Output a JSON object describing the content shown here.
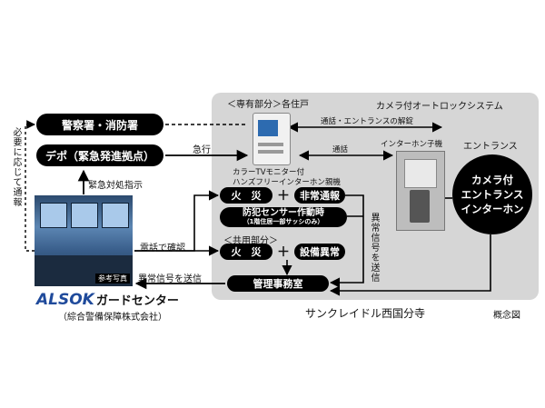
{
  "labels": {
    "police_fire": "警察署・消防署",
    "depot": "デポ（緊急発進拠点）",
    "need_notify": "必要に応じて通報",
    "emergency_instructions": "緊急対処指示",
    "rapid": "急行",
    "private_area": "＜専有部分＞各住戸",
    "autolock": "カメラ付オートロックシステム",
    "call_unlock": "通話・エントランスの解錠",
    "call": "通話",
    "intercom_slave": "インターホン子機",
    "entrance": "エントランス",
    "camera_entrance_1": "カメラ付",
    "camera_entrance_2": "エントランス",
    "camera_entrance_3": "インターホン",
    "monitor_line1": "カラーTVモニター付",
    "monitor_line2": "ハンズフリーインターホン親機",
    "fire": "火　災",
    "plus": "＋",
    "emergency_report": "非常通報",
    "crime_sensor": "防犯センサー作動時",
    "crime_sensor_note": "（1階住居一部サッシのみ）",
    "abnormal_signal_tx": "異常信号を送信",
    "phone_confirm": "電話で確認",
    "common_area": "＜共用部分＞",
    "fire2": "火　災",
    "equipment_error": "設備異常",
    "abnormal_signal_send": "異常信号を送信",
    "management_office": "管理事務室",
    "photo_caption": "参考写真",
    "alsok_logo": "ALSOK",
    "guard_center": "ガードセンター",
    "company": "（綜合警備保障株式会社）",
    "building": "サンクレイドル西国分寺",
    "concept": "概念図"
  },
  "colors": {
    "panel": "#d6d6d6",
    "fill": "#000000",
    "logo": "#1f4a9b"
  }
}
